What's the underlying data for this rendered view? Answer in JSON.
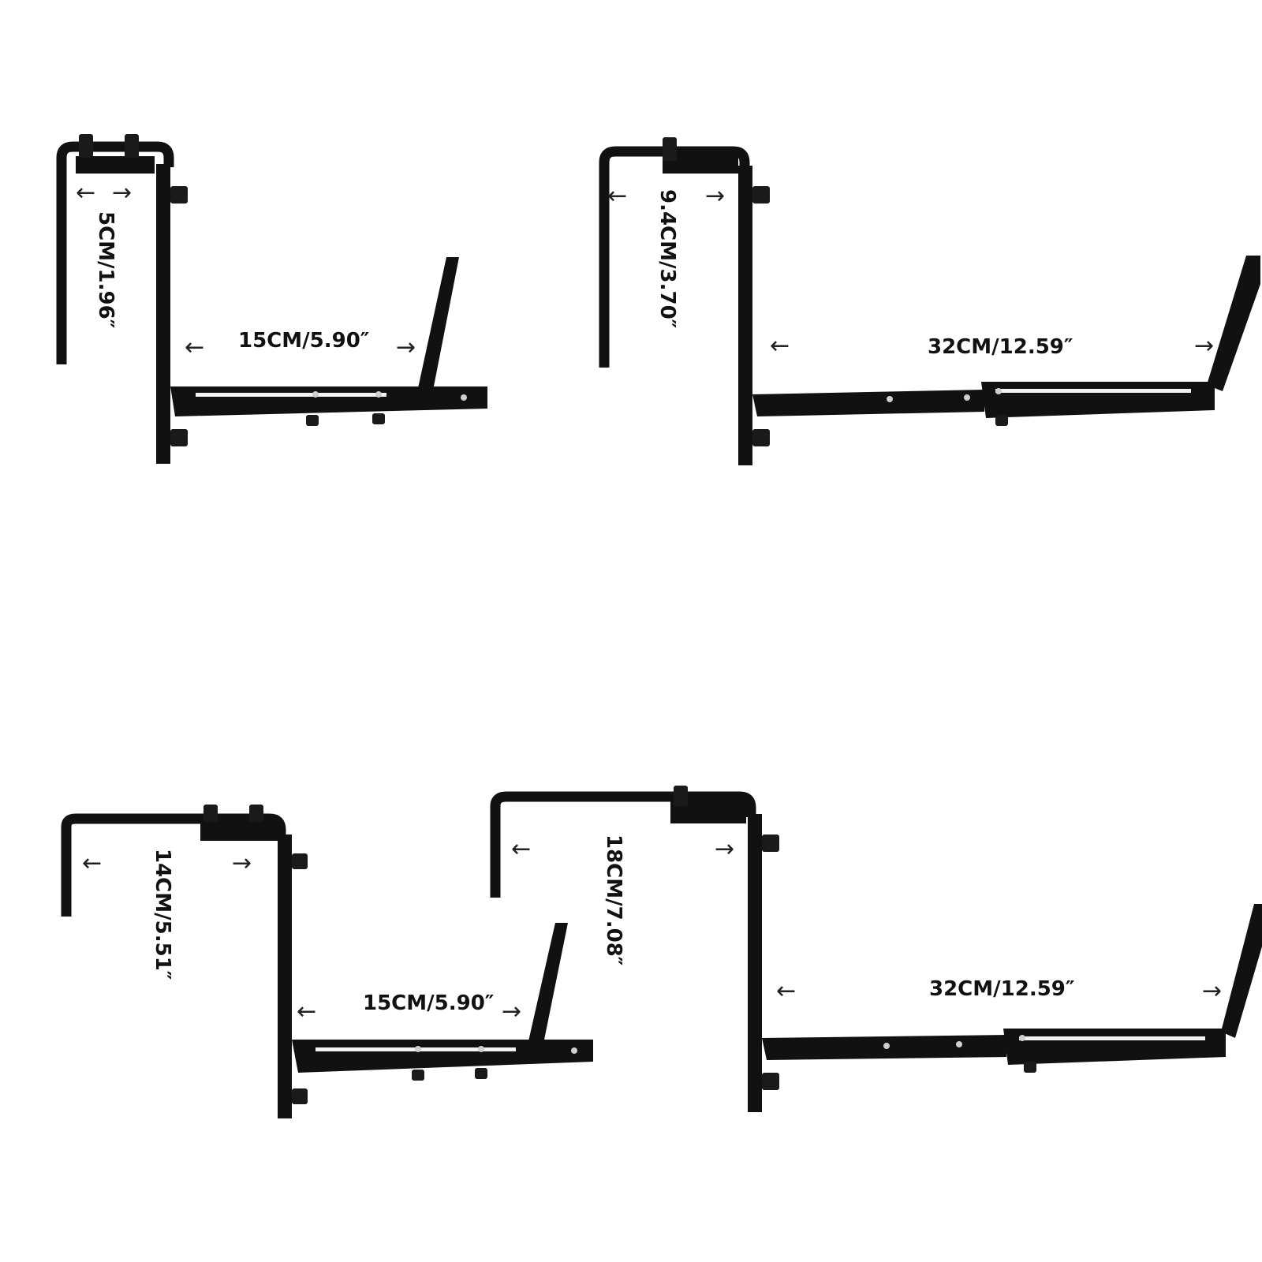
{
  "brackets": [
    {
      "id": "top-left",
      "hook_dimension": "5CM/1.96″",
      "base_dimension": "15CM/5.90″"
    },
    {
      "id": "top-right",
      "hook_dimension": "9.4CM/3.70″",
      "base_dimension": "32CM/12.59″"
    },
    {
      "id": "bottom-left",
      "hook_dimension": "14CM/5.51″",
      "base_dimension": "15CM/5.90″"
    },
    {
      "id": "bottom-right",
      "hook_dimension": "18CM/7.08″",
      "base_dimension": "32CM/12.59″"
    }
  ],
  "arrows": {
    "left": "←",
    "right": "→"
  },
  "colors": {
    "metal": "#111111",
    "background": "#ffffff",
    "label": "#111111"
  }
}
